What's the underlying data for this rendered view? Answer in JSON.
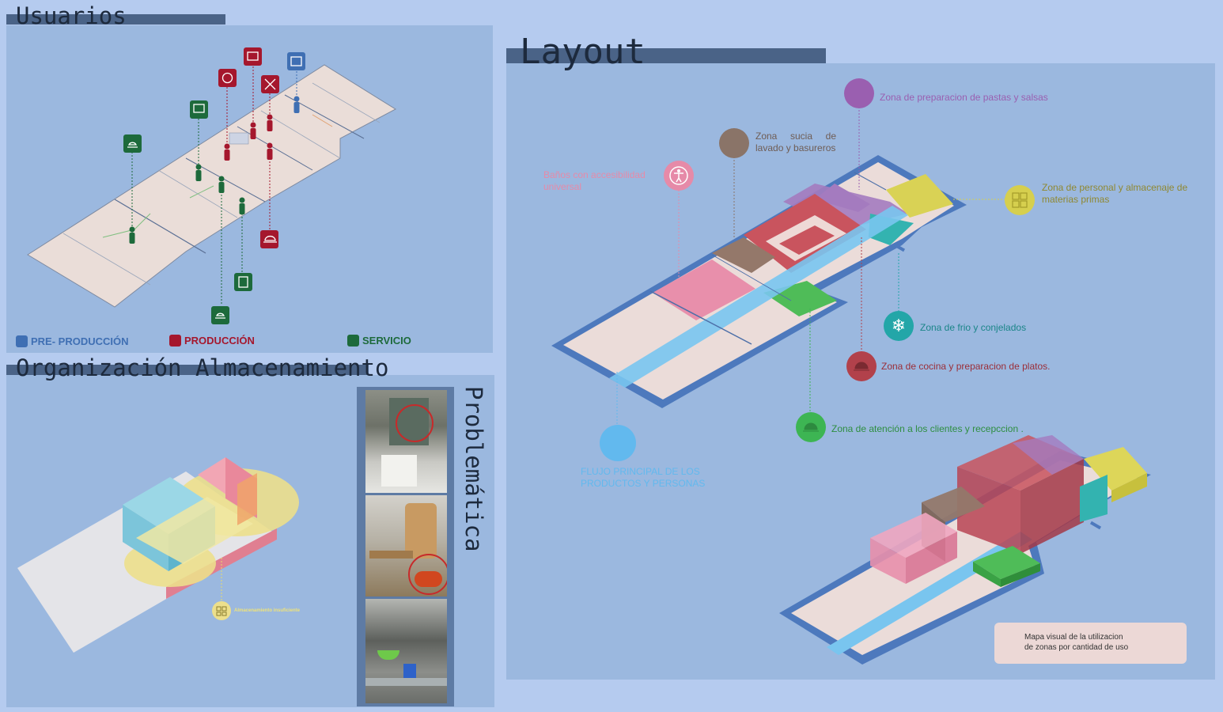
{
  "usuarios": {
    "title": "Usuarios",
    "legend": [
      {
        "label": "PRE- PRODUCCIÓN",
        "color": "#3f6fb3"
      },
      {
        "label": "PRODUCCIÓN",
        "color": "#a5172d"
      },
      {
        "label": "SERVICIO",
        "color": "#1d6a3b"
      }
    ]
  },
  "almacenamiento": {
    "title": "Organización Almacenamiento",
    "note": "Almacenamiento insuficiente"
  },
  "problematica": {
    "title": "Problemática"
  },
  "layout": {
    "title": "Layout",
    "zones": [
      {
        "label": "Zona de preparacion de pastas y salsas",
        "color": "#9a5fb0"
      },
      {
        "label": "Zona sucia de lavado y basureros",
        "color": "#8a7468"
      },
      {
        "label": "Baños con accesibilidad universal",
        "color": "#e68aa8"
      },
      {
        "label": "Zona de personal y almacenaje de materias primas",
        "color": "#d6cf4e"
      },
      {
        "label": "Zona de frio y conjelados",
        "color": "#23a6a8"
      },
      {
        "label": "Zona de cocina y preparacion de platos.",
        "color": "#b2414b"
      },
      {
        "label": "Zona de atención a los clientes y recepccion .",
        "color": "#3db553"
      },
      {
        "label": "FLUJO PRINCIPAL DE LOS PRODUCTOS Y PERSONAS",
        "color": "#62b9ee"
      }
    ],
    "map_note": "Mapa visual de la utilizacion de zonas por cantidad de uso"
  },
  "icons": {
    "chef": "chef-hat-icon",
    "person": "person-icon",
    "cloche": "cloche-icon",
    "snowflake": "snowflake-icon",
    "boxes": "storage-boxes-icon",
    "accessibility": "accessibility-icon"
  }
}
